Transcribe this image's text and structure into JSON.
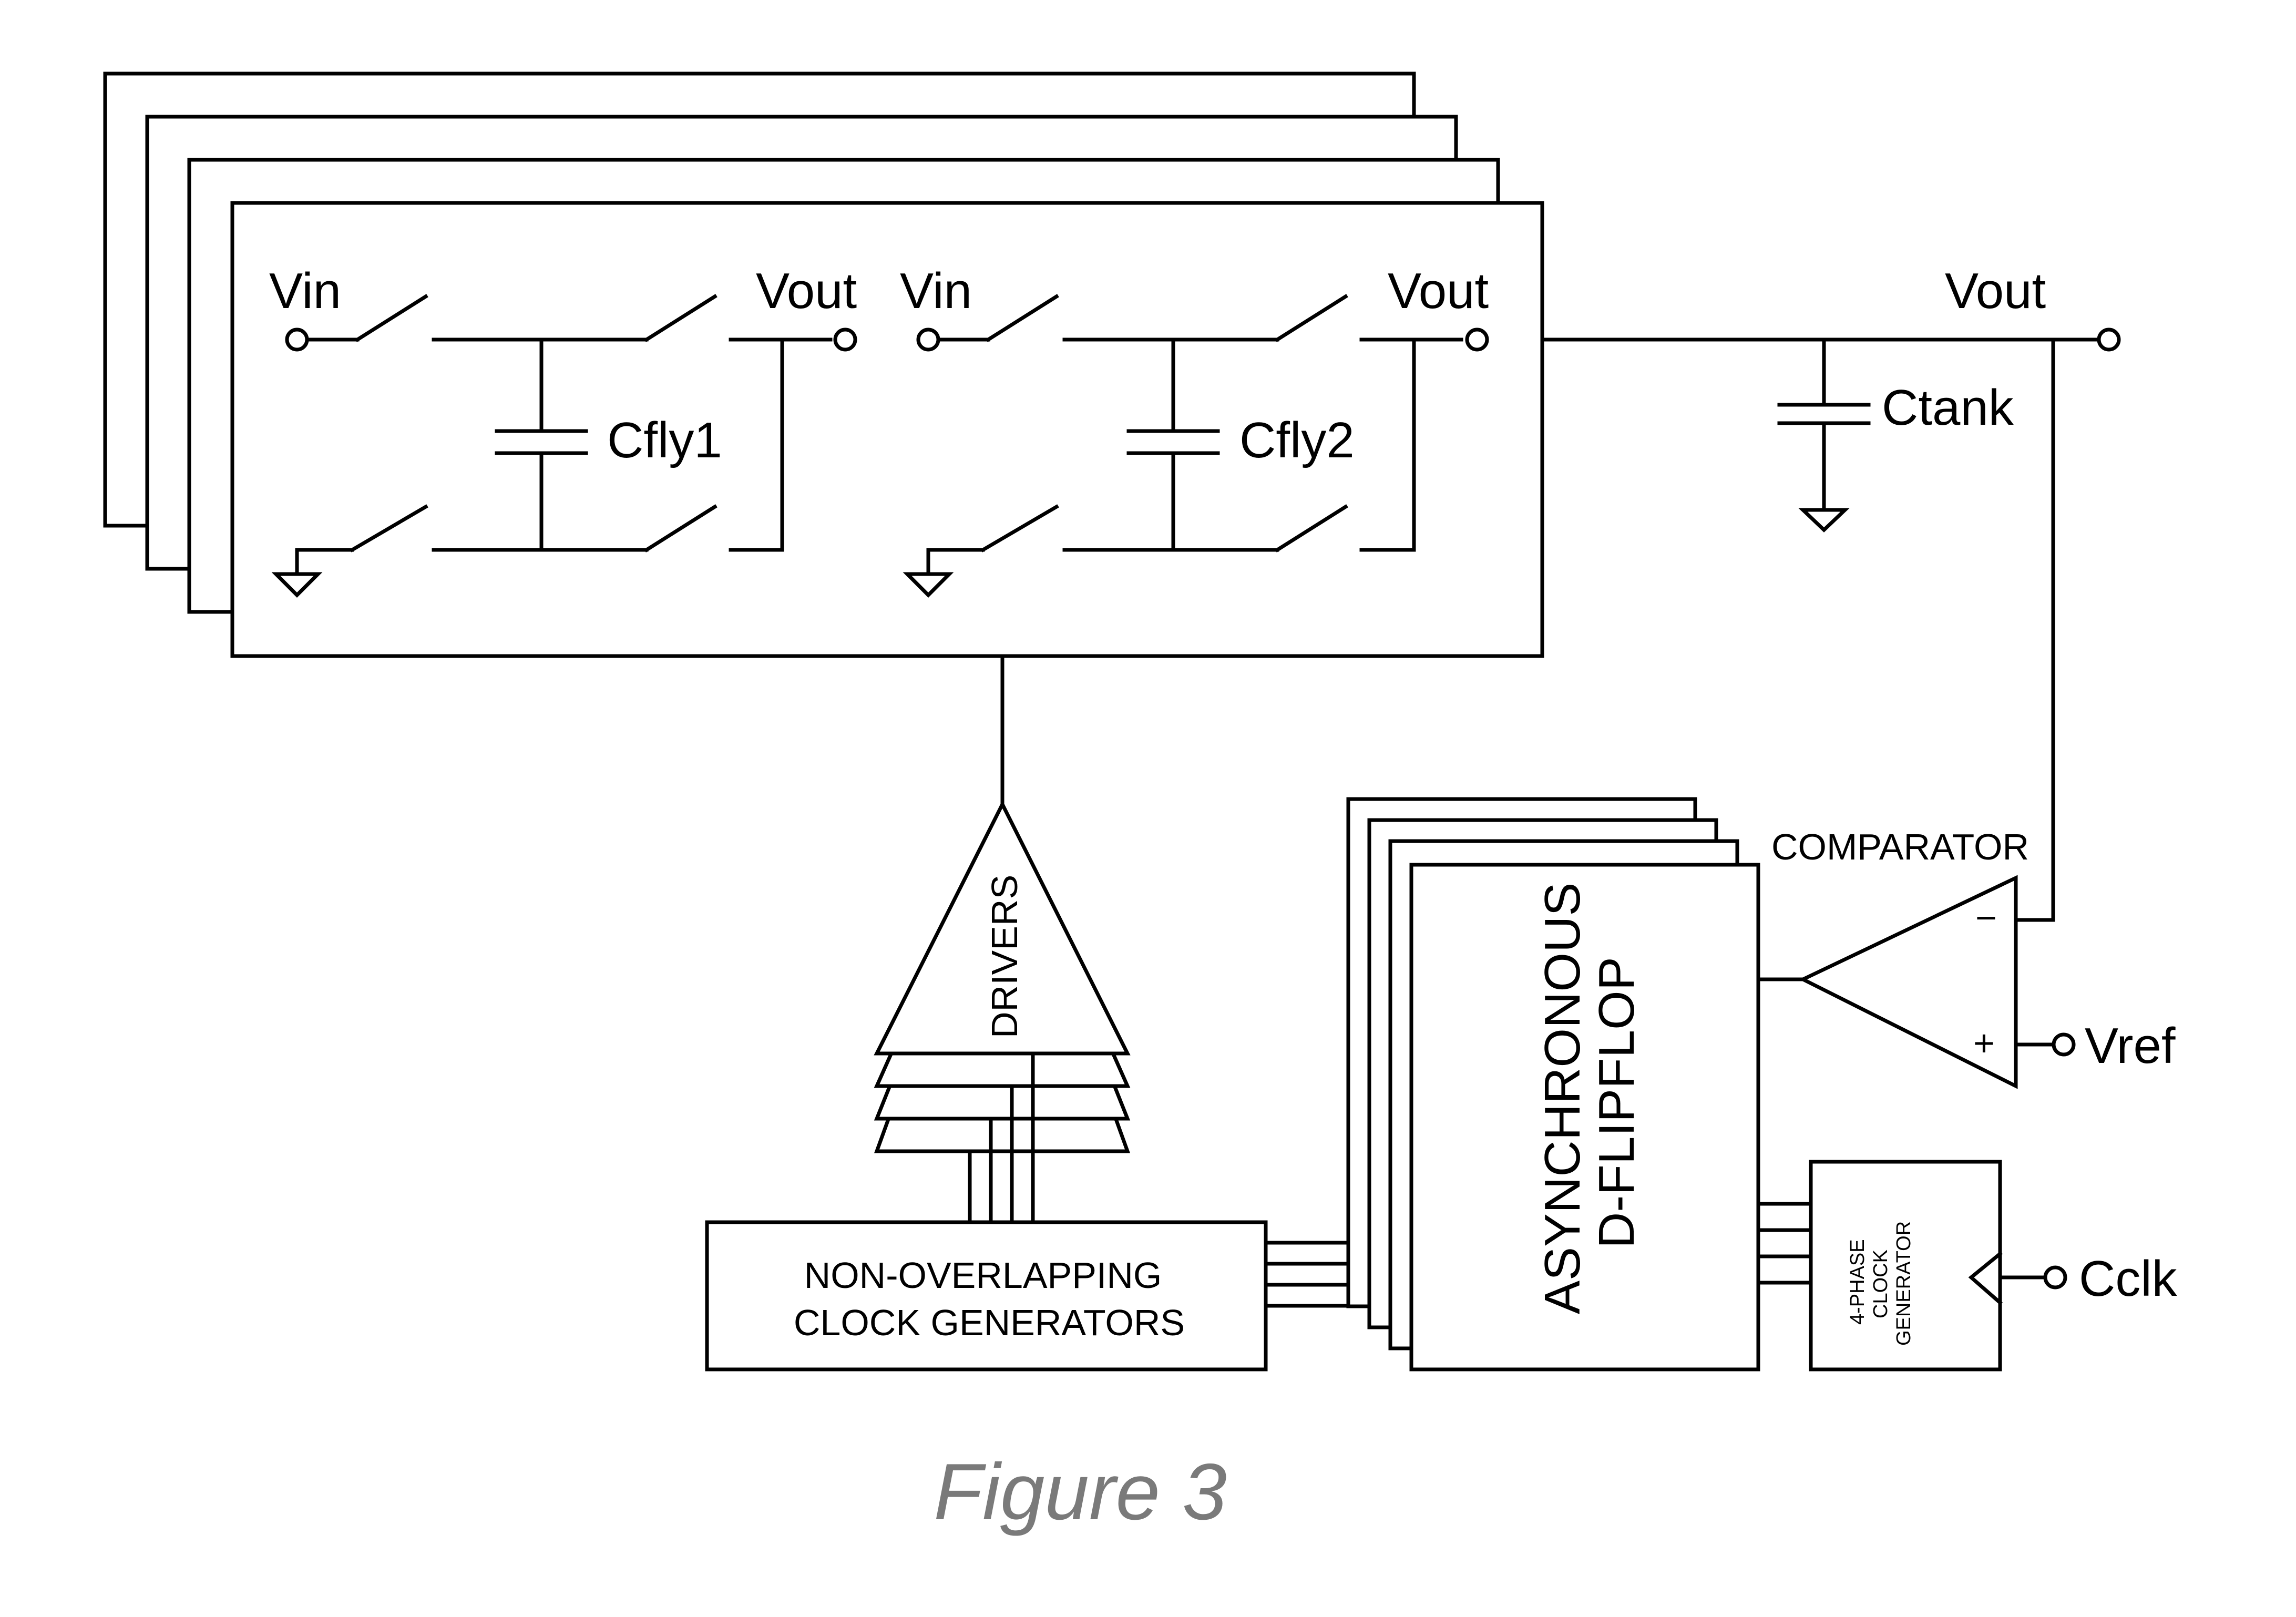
{
  "cells": [
    {
      "vin": "Vin",
      "vout": "Vout",
      "cap": "Cfly1"
    },
    {
      "vin": "Vin",
      "vout": "Vout",
      "cap": "Cfly2"
    }
  ],
  "output": {
    "vout": "Vout",
    "ctank": "Ctank"
  },
  "drivers": "DRIVERS",
  "clockgen": {
    "line1": "NON-OVERLAPPING",
    "line2": "CLOCK GENERATORS"
  },
  "flipflop": {
    "line1": "ASYNCHRONOUS",
    "line2": "D-FLIPFLOP"
  },
  "comparator": {
    "label": "COMPARATOR",
    "minus": "−",
    "plus": "+",
    "vref": "Vref"
  },
  "phasegen": {
    "line1": "4-PHASE",
    "line2": "CLOCK",
    "line3": "GENERATOR",
    "clk": "Cclk"
  },
  "caption": "Figure 3"
}
